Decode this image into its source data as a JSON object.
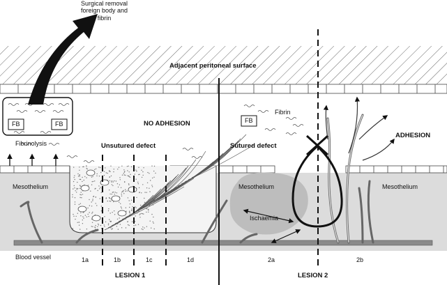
{
  "labels": {
    "surgical_removal": "Surgical removal\nforeign body and\nfibrin",
    "adjacent_surface": "Adjacent peritoneal surface",
    "fb_left_1": "FB",
    "fb_left_2": "FB",
    "fb_right": "FB",
    "fibrin": "Fibrin",
    "no_adhesion": "NO ADHESION",
    "adhesion": "ADHESION",
    "fibrinolysis": "Fibrinolysis",
    "unsutured_defect": "Unsutured defect",
    "sutured_defect": "Sutured defect",
    "mesothelium_left": "Mesothelium",
    "mesothelium_mid": "Mesothelium",
    "mesothelium_right": "Mesothelium",
    "ischaemia": "Ischaemia",
    "blood_vessel": "Blood vessel",
    "zone_1a": "1a",
    "zone_1b": "1b",
    "zone_1c": "1c",
    "zone_1d": "1d",
    "zone_2a": "2a",
    "zone_2b": "2b",
    "lesion_1": "LESION 1",
    "lesion_2": "LESION 2"
  },
  "colors": {
    "tissue_gray": "#dcdcdc",
    "ischaemia_gray": "#bdbdbd",
    "vessel_gray": "#8a8a8a",
    "line": "#111111"
  }
}
